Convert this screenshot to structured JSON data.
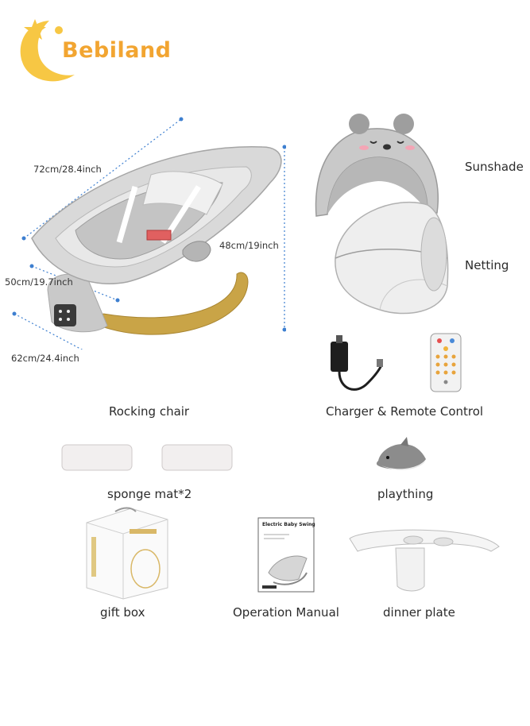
{
  "brand": {
    "name": "Bebiland",
    "accent_color": "#f2a531",
    "moon_color": "#f7c744"
  },
  "dimensions": {
    "length": "72cm/28.4inch",
    "height": "48cm/19inch",
    "depth": "50cm/19.7inch",
    "base": "62cm/24.4inch"
  },
  "parts": {
    "sunshade": "Sunshade",
    "netting": "Netting",
    "rocking_chair": "Rocking chair",
    "charger_remote": "Charger & Remote Control",
    "sponge_mat": "sponge mat*2",
    "plaything": "plaything",
    "gift_box": "gift box",
    "manual": "Operation Manual",
    "dinner_plate": "dinner plate"
  },
  "manual_cover": {
    "title": "Electric Baby Swing"
  },
  "icons": {
    "logo": "crescent-moon-logo",
    "chair": "baby-rocking-chair-illustration",
    "sunshade": "bear-sunshade-illustration",
    "netting": "mosquito-netting-illustration",
    "charger": "power-adapter-illustration",
    "remote": "remote-control-illustration",
    "sponge": "sponge-roll-illustration",
    "plaything": "dolphin-plush-illustration",
    "gift_box": "gift-box-illustration",
    "manual": "manual-booklet-illustration",
    "dinner_plate": "tray-plate-illustration"
  }
}
